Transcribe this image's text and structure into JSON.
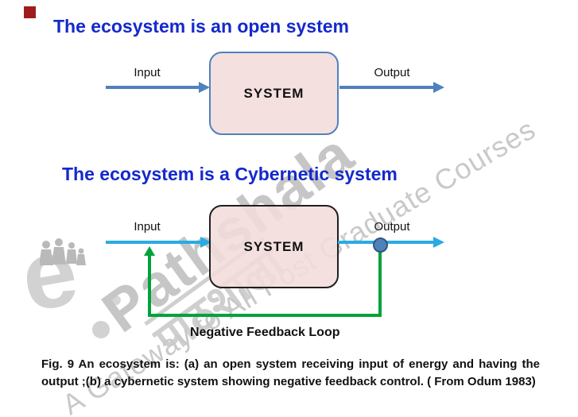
{
  "page": {
    "corner_marker_color": "#9e1c1b",
    "background": "#ffffff"
  },
  "titles": {
    "open_system": "The ecosystem is an open system",
    "cybernetic_system": "The ecosystem is a Cybernetic system",
    "color": "#1429cb"
  },
  "diagram_open": {
    "input_label": "Input",
    "system_label": "SYSTEM",
    "output_label": "Output",
    "arrow_color": "#4f81bd",
    "box_fill": "#f2dcdb",
    "box_border": "#4f81bd"
  },
  "diagram_cybernetic": {
    "input_label": "Input",
    "system_label": "SYSTEM",
    "output_label": "Output",
    "feedback_label": "Negative Feedback Loop",
    "arrow_color": "#29abe2",
    "feedback_color": "#00a33a",
    "node_color": "#4f81bd",
    "box_fill": "#f2dcdb",
    "box_border": "#1f1f1f"
  },
  "caption": {
    "text": "Fig. 9 An ecosystem is: (a) an open system receiving input of energy and having the output ;(b) a cybernetic system showing negative feedback control. ( From Odum 1983)"
  },
  "watermark": {
    "logo_letter": "e",
    "brand": "Pathshala",
    "brand_hindi": "पाठशाला",
    "tagline": "A Gateway to All Post Graduate Courses",
    "color": "#c9c9c9"
  }
}
